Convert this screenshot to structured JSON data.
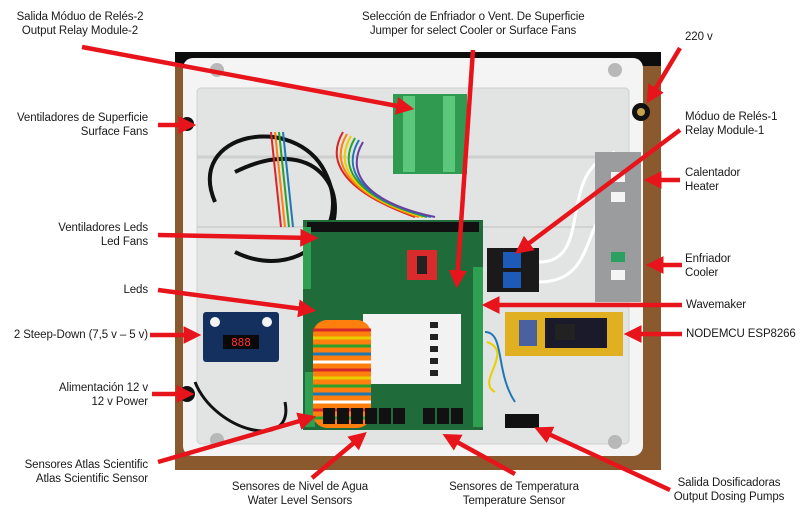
{
  "colors": {
    "arrow": "#e8141b",
    "background": "#ffffff",
    "text": "#1a1a1a",
    "enclosure": "#e9eaea",
    "pcb": "#1f6b3a",
    "terminal": "#2fa052"
  },
  "labels": {
    "relay2": {
      "es": "Salida Móduo de Relés-2",
      "en": "Output Relay Module-2"
    },
    "jumper": {
      "es": "Selección de Enfriador o Vent. De Superficie",
      "en": "Jumper for select Cooler or Surface Fans"
    },
    "power220": {
      "es": "220 v"
    },
    "relay1": {
      "es": "Móduo de Relés-1",
      "en": "Relay Module-1"
    },
    "heater": {
      "es": "Calentador",
      "en": "Heater"
    },
    "cooler": {
      "es": "Enfriador",
      "en": "Cooler"
    },
    "wavemaker": {
      "es": "Wavemaker"
    },
    "nodemcu": {
      "es": "NODEMCU ESP8266"
    },
    "surface_fans": {
      "es": "Ventiladores de Superficie",
      "en": "Surface Fans"
    },
    "led_fans": {
      "es": "Ventiladores Leds",
      "en": "Led Fans"
    },
    "leds": {
      "es": "Leds"
    },
    "stepdown": {
      "es": "2 Steep-Down (7,5 v – 5 v)"
    },
    "power12": {
      "es": "Alimentación 12 v",
      "en": "12 v Power"
    },
    "atlas": {
      "es": "Sensores Atlas Scientific",
      "en": "Atlas Scientific Sensor"
    },
    "water_level": {
      "es": "Sensores de Nivel de Agua",
      "en": "Water Level Sensors"
    },
    "temperature": {
      "es": "Sensores de Temperatura",
      "en": "Temperature Sensor"
    },
    "dosing": {
      "es": "Salida Dosificadoras",
      "en": "Output Dosing Pumps"
    }
  },
  "photo": {
    "description": "Controller enclosure with PCB, relay modules, ribbon cables and NodeMCU",
    "display_readout": "888"
  }
}
